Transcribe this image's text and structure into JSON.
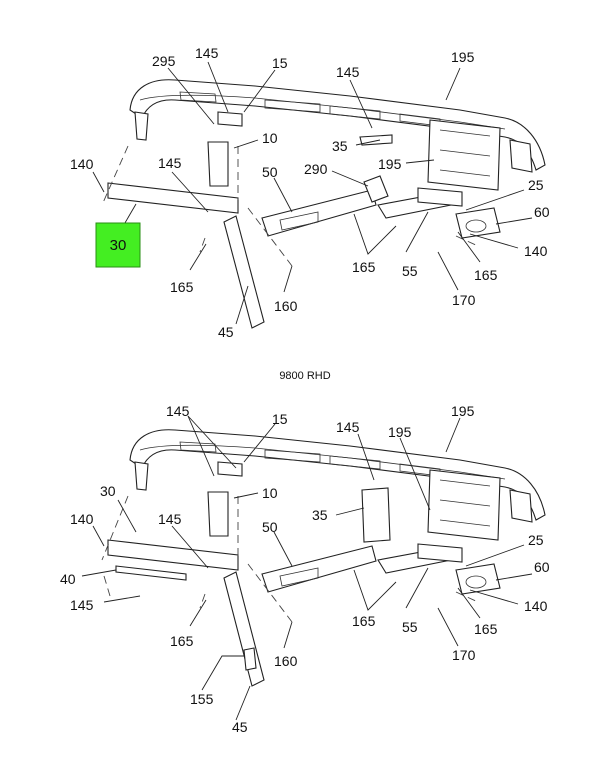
{
  "top_diagram": {
    "highlight": {
      "label": "30",
      "color": "#44ee22"
    },
    "labels": [
      "295",
      "145",
      "15",
      "145",
      "195",
      "10",
      "35",
      "140",
      "145",
      "290",
      "195",
      "50",
      "25",
      "60",
      "140",
      "165",
      "165",
      "55",
      "165",
      "160",
      "170",
      "45"
    ]
  },
  "caption": "9800 RHD",
  "bottom_diagram": {
    "labels": [
      "145",
      "15",
      "145",
      "195",
      "195",
      "30",
      "10",
      "140",
      "145",
      "35",
      "50",
      "25",
      "60",
      "40",
      "140",
      "145",
      "165",
      "165",
      "55",
      "165",
      "160",
      "170",
      "155",
      "45"
    ]
  }
}
